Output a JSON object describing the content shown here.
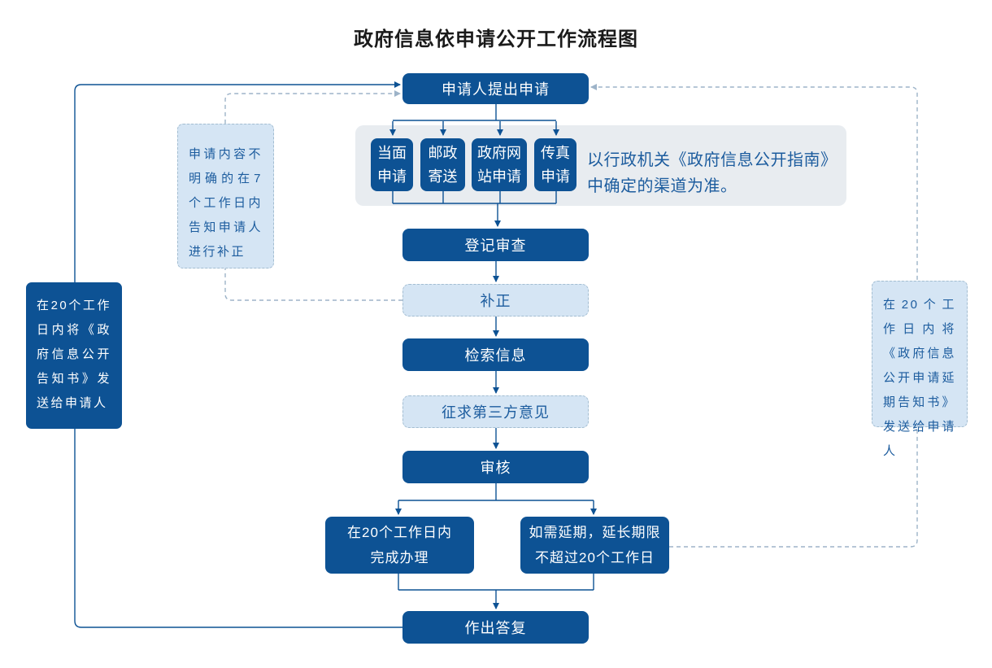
{
  "title": "政府信息依申请公开工作流程图",
  "colors": {
    "dark_blue": "#0d5294",
    "light_blue_fill": "#d5e5f4",
    "light_blue_border": "#a3bdd1",
    "panel_gray": "#e8ecf0",
    "solid_line": "#0d5294",
    "dashed_line": "#9db3c8",
    "note_text": "#1c5c9e",
    "title_text": "#1a1a1a"
  },
  "nodes": {
    "apply": "申请人提出申请",
    "channels": [
      {
        "lines": [
          "当面",
          "申请"
        ]
      },
      {
        "lines": [
          "邮政",
          "寄送"
        ]
      },
      {
        "lines": [
          "政府网",
          "站申请"
        ]
      },
      {
        "lines": [
          "传真",
          "申请"
        ]
      }
    ],
    "channel_note": [
      "以行政机关《政府信息公开指南》",
      "中确定的渠道为准。"
    ],
    "register": "登记审查",
    "supplement": "补正",
    "search": "检索信息",
    "third_party": "征求第三方意见",
    "review": "审核",
    "complete": [
      "在20个工作日内",
      "完成办理"
    ],
    "extend": [
      "如需延期，延长期限",
      "不超过20个工作日"
    ],
    "reply": "作出答复",
    "left_note": "在20个工作日内将《政府信息公开告知书》发送给申请人",
    "supplement_note": "申请内容不明确的在7个工作日内告知申请人进行补正",
    "extend_note": "在20个工作日内将《政府信息公开申请延期告知书》 发送给申请人"
  }
}
